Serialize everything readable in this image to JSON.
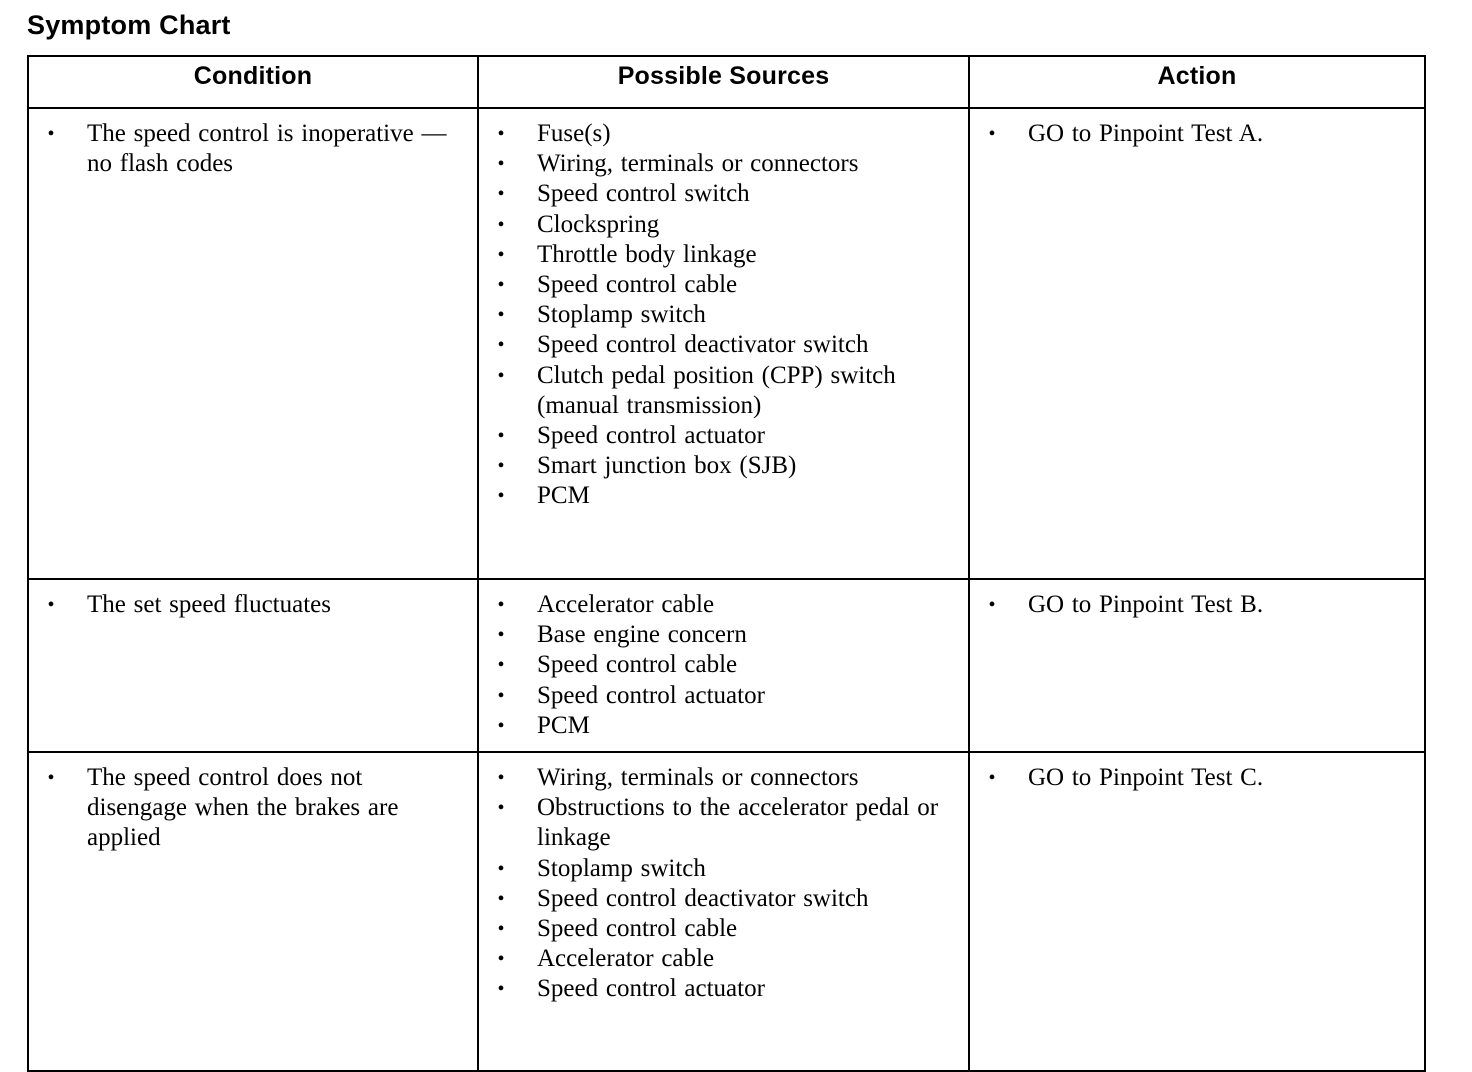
{
  "document": {
    "title": "Symptom Chart",
    "bullet_glyph": "•"
  },
  "table": {
    "headers": [
      {
        "label": "Condition"
      },
      {
        "label": "Possible Sources"
      },
      {
        "label": "Action"
      }
    ],
    "rows": [
      {
        "condition": [
          "The speed control is inoperative — no flash codes"
        ],
        "sources": [
          "Fuse(s)",
          "Wiring, terminals or connectors",
          "Speed control switch",
          "Clockspring",
          "Throttle body linkage",
          "Speed control cable",
          "Stoplamp switch",
          "Speed control deactivator switch",
          "Clutch pedal position (CPP) switch (manual transmission)",
          "Speed control actuator",
          "Smart junction box (SJB)",
          "PCM"
        ],
        "action": [
          "GO to Pinpoint Test A."
        ]
      },
      {
        "condition": [
          "The set speed fluctuates"
        ],
        "sources": [
          "Accelerator cable",
          "Base engine concern",
          "Speed control cable",
          "Speed control actuator",
          "PCM"
        ],
        "action": [
          "GO to Pinpoint Test B."
        ]
      },
      {
        "condition": [
          "The speed control does not disengage when the brakes are applied"
        ],
        "sources": [
          "Wiring, terminals or connectors",
          "Obstructions to the accelerator pedal or linkage",
          "Stoplamp switch",
          "Speed control deactivator switch",
          "Speed control cable",
          "Accelerator cable",
          "Speed control actuator"
        ],
        "action": [
          "GO to Pinpoint Test C."
        ]
      }
    ]
  },
  "colors": {
    "ink": "#000000",
    "paper": "#ffffff"
  }
}
